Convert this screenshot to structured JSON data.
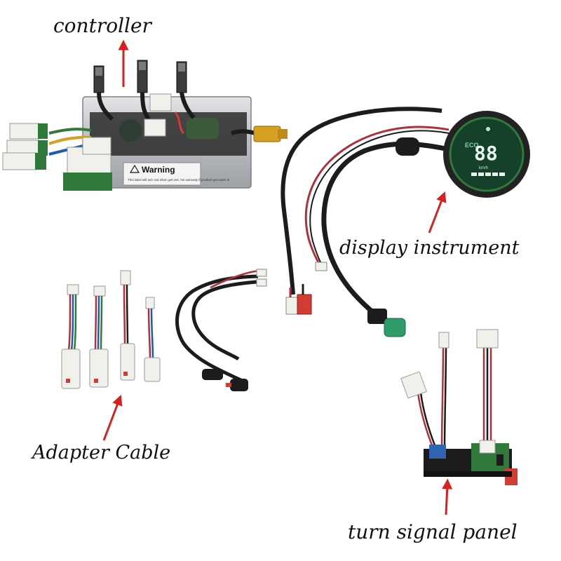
{
  "labels": {
    "controller": "controller",
    "display_instrument": "display instrument",
    "adapter_cable": "Adapter Cable",
    "turn_signal_panel": "turn signal panel"
  },
  "controller_sticker": {
    "heading": "Warning",
    "fine_print": "This label will turn red when get wet. No warranty if product get water in"
  },
  "display_screen": {
    "digits": "88",
    "mode": "ECO",
    "unit": "km/h"
  },
  "colors": {
    "arrow": "#d8201f",
    "cable": "#1c1c1c",
    "red_wire": "#b0303a",
    "pcb_green": "#2f7a3a",
    "connector_white": "#f1f1ec",
    "display_ring": "#222222",
    "display_screen": "#15402a",
    "accent_red": "#d23c32",
    "plug_green": "#2f9a6a",
    "controller_metal": "#c7c9cc"
  }
}
